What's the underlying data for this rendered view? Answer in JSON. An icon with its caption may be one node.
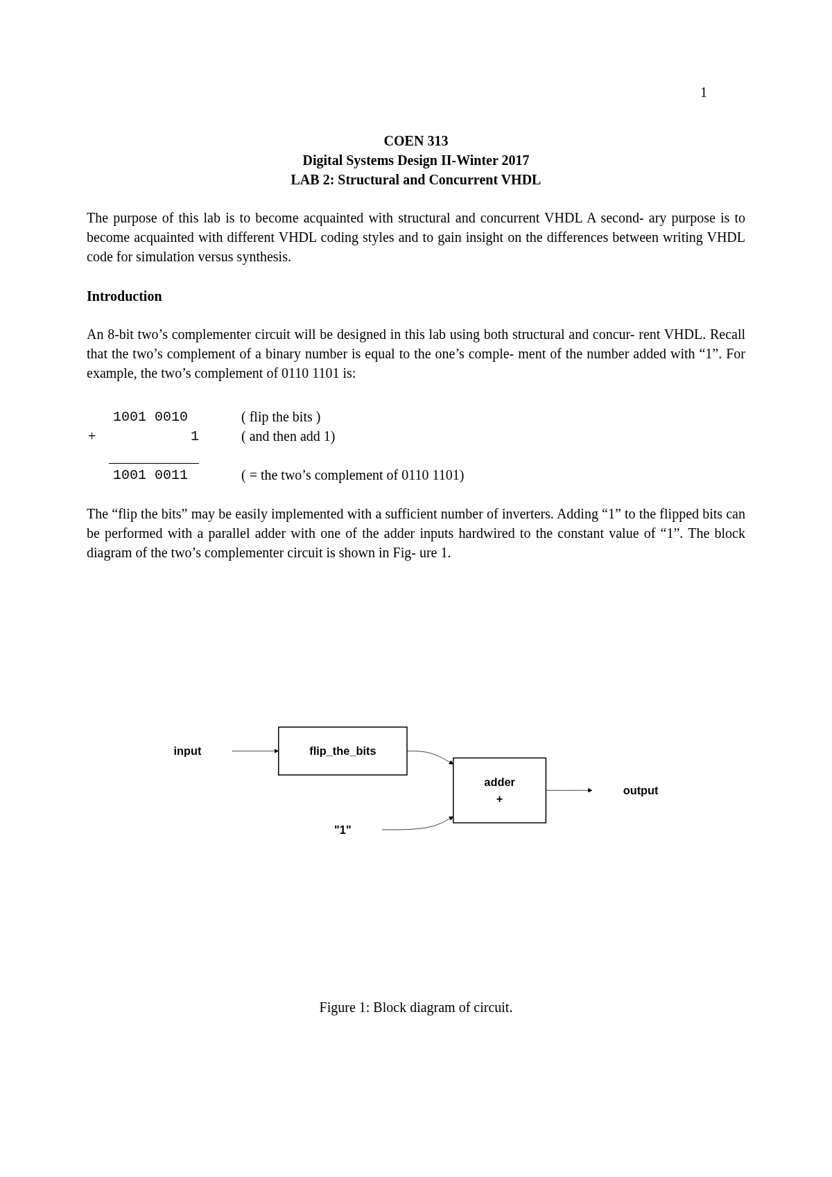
{
  "diagram": {
    "title": "COEN 313",
    "caption": "Figure 1: Block diagram of circuit.",
    "nodes": [
      {
        "text": [
          "input"
        ]
      },
      {
        "text": [
          "flip_the_bits"
        ]
      },
      {
        "text": [
          "adder",
          "+"
        ]
      },
      {
        "text": [
          "\"1\""
        ]
      },
      {
        "text": [
          "output"
        ]
      }
    ],
    "edges": [
      {
        "from": 0,
        "to": 1,
        "arrow": "to"
      },
      {
        "from": 1,
        "to": 2,
        "arrow": "to"
      },
      {
        "from": 3,
        "to": 2,
        "arrow": "to"
      },
      {
        "from": 2,
        "to": 4,
        "arrow": "to"
      }
    ],
    "labels": [
      "1",
      "Digital Systems Design II-Winter 2017",
      "LAB 2: Structural and Concurrent VHDL",
      "The purpose of this lab is to become acquainted with structural and concurrent VHDL A second- ary purpose is to become acquainted with different VHDL coding styles and to gain insight on the differences between writing VHDL code for simulation versus synthesis.",
      "Introduction",
      "An 8-bit two’s complementer circuit will be designed in this lab using both structural and concur- rent VHDL. Recall that the two’s complement of a binary number is equal to the one’s comple- ment of the number added with “1”. For example, the two’s complement of 0110 1101 is:",
      "1001 0010",
      "( flip the bits )",
      "+",
      "1",
      "( and then add 1)",
      "1001 0011",
      "( = the two’s complement of 0110 1101)",
      "The “flip the bits” may be easily implemented with a sufficient number of inverters. Adding “1” to the flipped bits can be performed with a parallel adder with one of the adder inputs hardwired to the constant value of “1”. The block diagram of the two’s complementer circuit is shown in Fig- ure 1."
    ]
  }
}
